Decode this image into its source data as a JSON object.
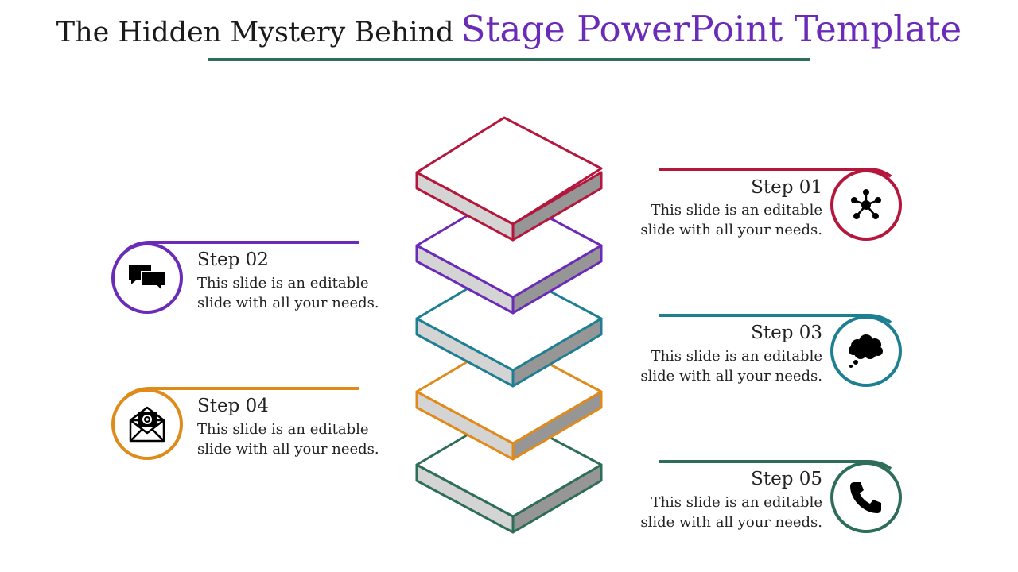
{
  "title": {
    "part1": "The Hidden Mystery Behind",
    "part2": "Stage PowerPoint Template"
  },
  "colors": {
    "title_accent": "#6a2bb8",
    "rule": "#2e6e57",
    "step1": "#b5163c",
    "step2": "#6a2bb8",
    "step3": "#1f7f92",
    "step4": "#e08a1a",
    "step5": "#2e6e57"
  },
  "steps": [
    {
      "label": "Step 01",
      "text": "This slide is an editable slide with all your needs.",
      "icon": "network-icon"
    },
    {
      "label": "Step 02",
      "text": "This slide is an editable slide with all your needs.",
      "icon": "chat-bubbles-icon"
    },
    {
      "label": "Step 03",
      "text": "This slide is an editable slide with all your needs.",
      "icon": "thought-cloud-icon"
    },
    {
      "label": "Step 04",
      "text": "This slide is an editable slide with all your needs.",
      "icon": "email-envelope-icon"
    },
    {
      "label": "Step 05",
      "text": "This slide is an editable slide with all your needs.",
      "icon": "phone-icon"
    }
  ]
}
